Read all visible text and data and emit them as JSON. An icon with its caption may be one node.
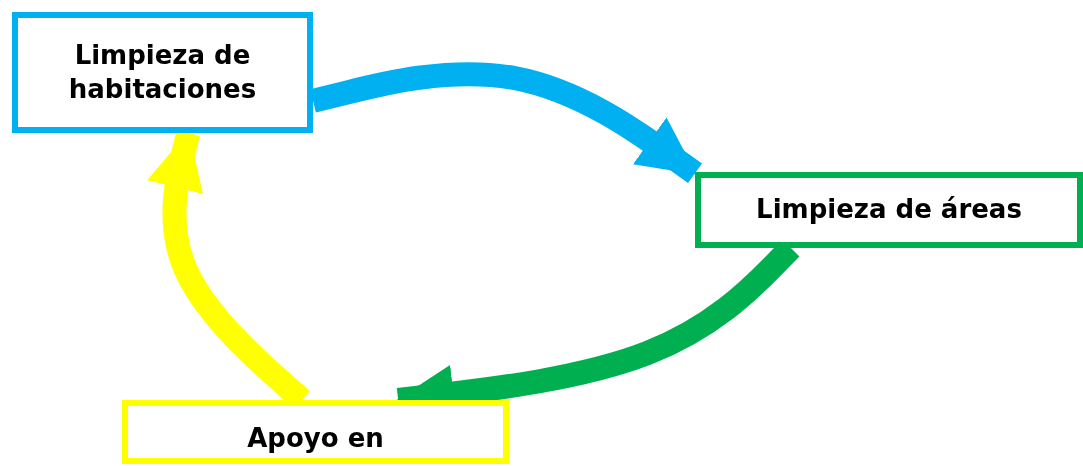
{
  "diagram": {
    "nodes": [
      {
        "text": [
          "Limpieza de habitaciones"
        ]
      },
      {
        "text": [
          "Limpieza de áreas"
        ]
      },
      {
        "text": [
          "Apoyo en"
        ]
      }
    ],
    "edges": [
      {
        "from": 0,
        "to": 1,
        "arrow": "to",
        "color": "#00b0f0"
      },
      {
        "from": 1,
        "to": 2,
        "arrow": "to",
        "color": "#00b050"
      },
      {
        "from": 2,
        "to": 0,
        "arrow": "to",
        "color": "#ffff00"
      }
    ]
  }
}
